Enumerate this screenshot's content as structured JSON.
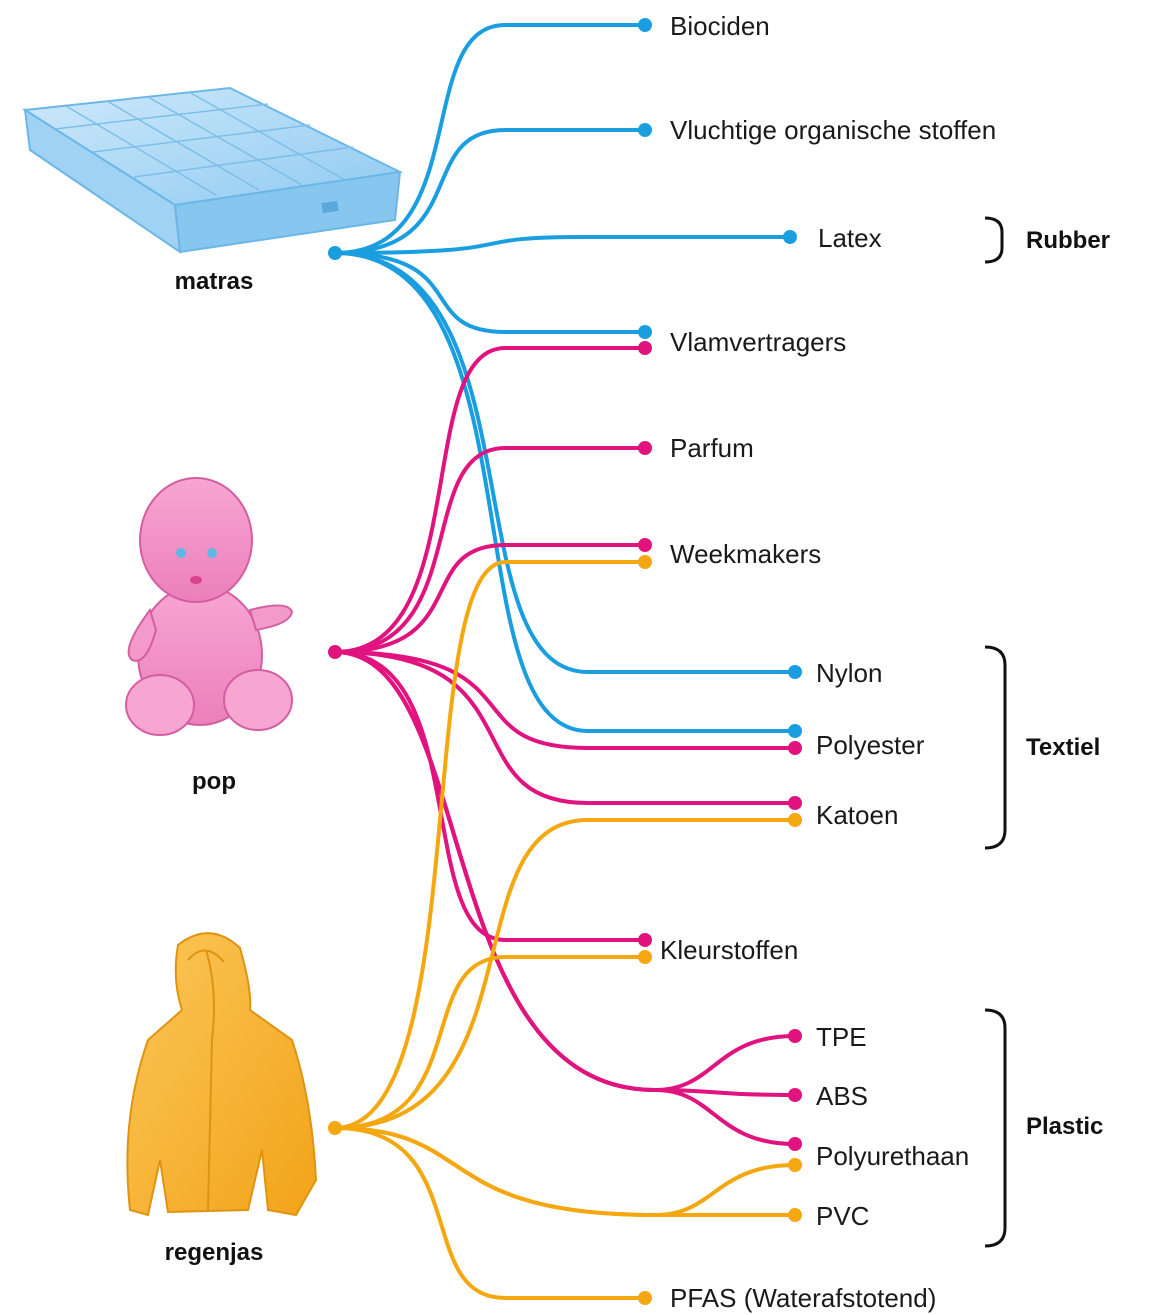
{
  "colors": {
    "matras": "#1a9ee0",
    "pop": "#e0137f",
    "regenjas": "#f5a710"
  },
  "sources": {
    "matras": {
      "label": "matras",
      "icon": "mattress-illustration"
    },
    "pop": {
      "label": "pop",
      "icon": "baby-doll-illustration"
    },
    "regenjas": {
      "label": "regenjas",
      "icon": "raincoat-illustration"
    }
  },
  "substances": {
    "biociden": "Biociden",
    "vos": "Vluchtige organische stoffen",
    "latex": "Latex",
    "vlamvertragers": "Vlamvertragers",
    "parfum": "Parfum",
    "weekmakers": "Weekmakers",
    "nylon": "Nylon",
    "polyester": "Polyester",
    "katoen": "Katoen",
    "kleurstoffen": "Kleurstoffen",
    "tpe": "TPE",
    "abs": "ABS",
    "polyurethaan": "Polyurethaan",
    "pvc": "PVC",
    "pfas": "PFAS (Waterafstotend)"
  },
  "groups": {
    "rubber": "Rubber",
    "textiel": "Textiel",
    "plastic": "Plastic"
  },
  "links": {
    "matras": [
      "biociden",
      "vos",
      "latex",
      "vlamvertragers",
      "nylon",
      "polyester"
    ],
    "pop": [
      "vlamvertragers",
      "parfum",
      "weekmakers",
      "polyester",
      "katoen",
      "kleurstoffen",
      "tpe",
      "abs",
      "polyurethaan"
    ],
    "regenjas": [
      "weekmakers",
      "katoen",
      "kleurstoffen",
      "polyurethaan",
      "pvc",
      "pfas"
    ]
  }
}
